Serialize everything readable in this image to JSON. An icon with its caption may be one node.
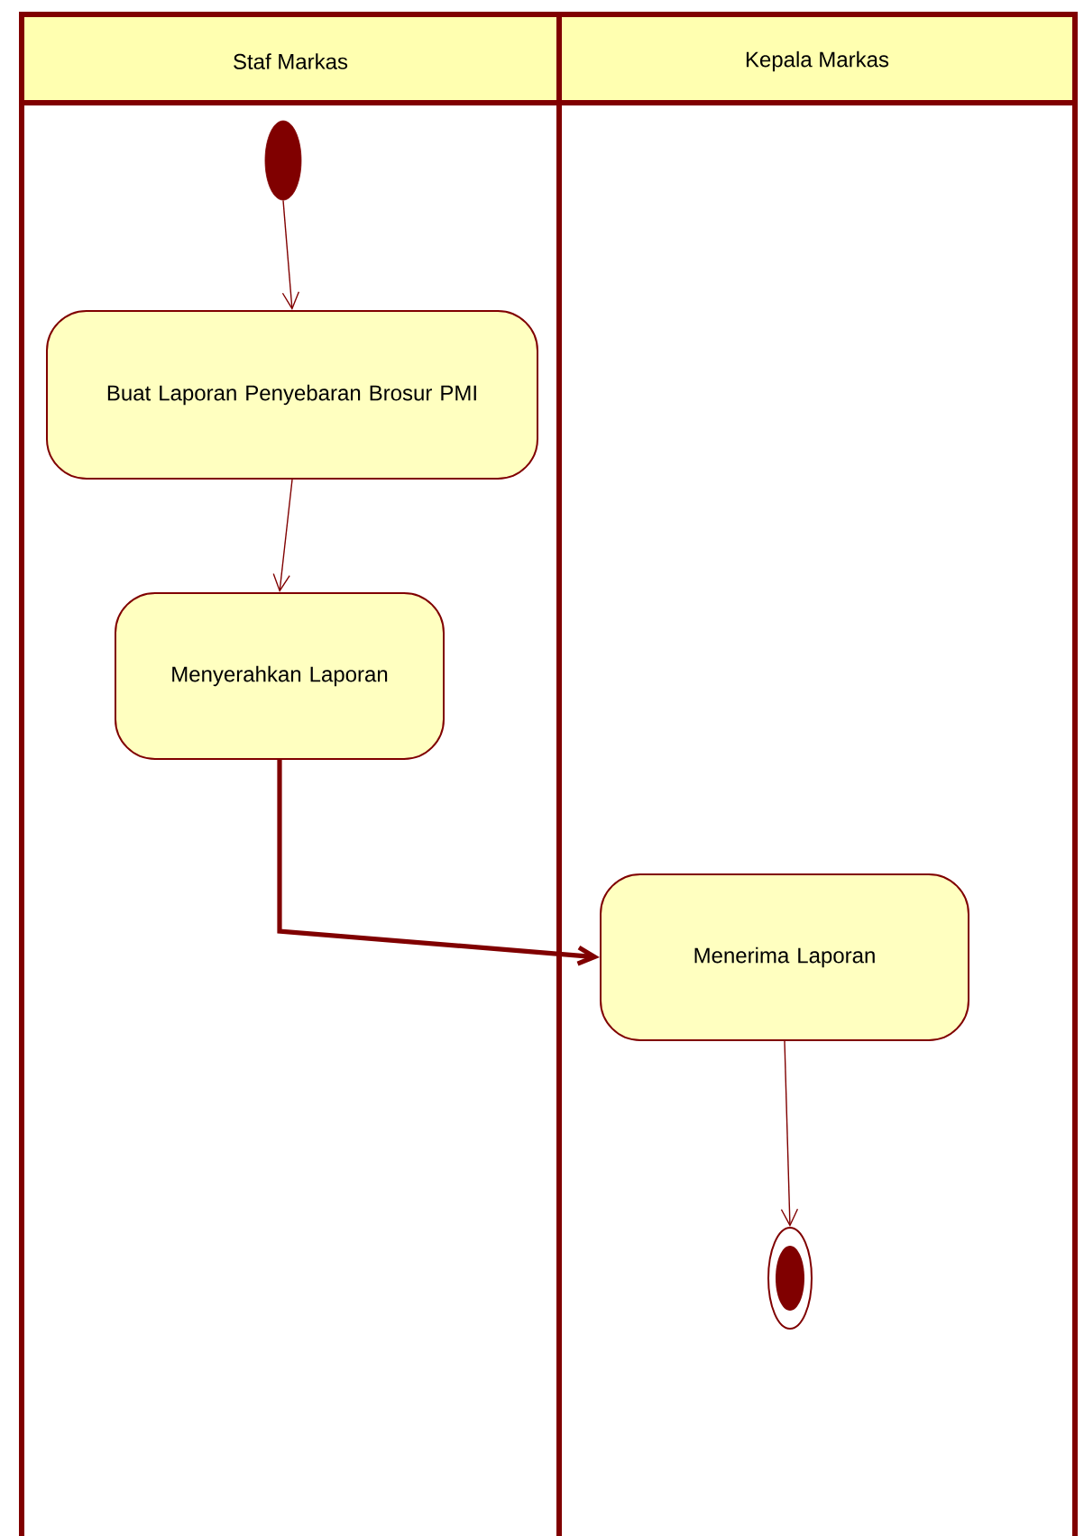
{
  "diagram": {
    "nodes": [
      {
        "text": [
          "Staf Markas"
        ]
      },
      {
        "text": [
          "Kepala Markas"
        ]
      },
      {
        "text": [],
        "shape": "circle",
        "in": 0
      },
      {
        "text": [
          "Buat Laporan Penyebaran Brosur PMI"
        ],
        "in": 0
      },
      {
        "text": [
          "Menyerahkan Laporan"
        ],
        "in": 0
      },
      {
        "text": [
          "Menerima Laporan"
        ],
        "in": 1
      },
      {
        "text": [],
        "shape": "circle",
        "in": 1
      }
    ],
    "edges": [
      {
        "from": 2,
        "to": 3,
        "arrow": "to"
      },
      {
        "from": 3,
        "to": 4,
        "arrow": "to"
      },
      {
        "from": 4,
        "to": 5,
        "arrow": "to",
        "style": "thick"
      },
      {
        "from": 5,
        "to": 6,
        "arrow": "to"
      }
    ]
  }
}
